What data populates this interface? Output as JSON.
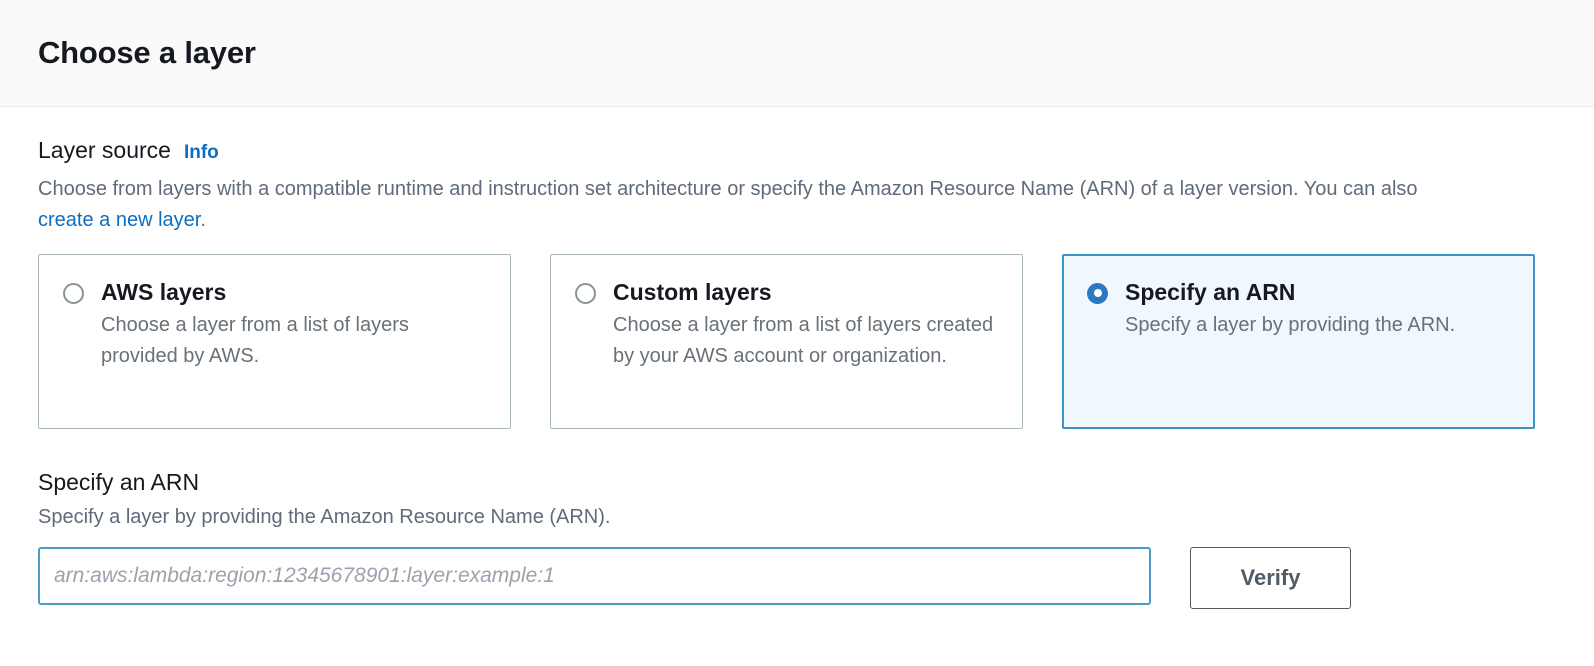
{
  "header": {
    "title": "Choose a layer"
  },
  "layer_source": {
    "label": "Layer source",
    "info_link": "Info",
    "description_part1": "Choose from layers with a compatible runtime and instruction set architecture or specify the Amazon Resource Name (ARN) of a layer version. You can also ",
    "description_link": "create a new layer",
    "description_part2": ".",
    "options": [
      {
        "label": "AWS layers",
        "description": "Choose a layer from a list of layers provided by AWS.",
        "selected": false
      },
      {
        "label": "Custom layers",
        "description": "Choose a layer from a list of layers created by your AWS account or organization.",
        "selected": false
      },
      {
        "label": "Specify an ARN",
        "description": "Specify a layer by providing the ARN.",
        "selected": true
      }
    ]
  },
  "arn_section": {
    "title": "Specify an ARN",
    "description": "Specify a layer by providing the Amazon Resource Name (ARN).",
    "input_placeholder": "arn:aws:lambda:region:12345678901:layer:example:1",
    "input_value": "",
    "verify_label": "Verify"
  },
  "colors": {
    "accent_blue": "#0a6fc2",
    "selected_border": "#3b93c6",
    "selected_bg": "#f1f8fd",
    "radio_fill": "#2a79c1",
    "input_focus_border": "#4a9bc7",
    "header_bg": "#fafafa",
    "text_primary": "#16191f",
    "text_secondary": "#5f6b7a"
  }
}
